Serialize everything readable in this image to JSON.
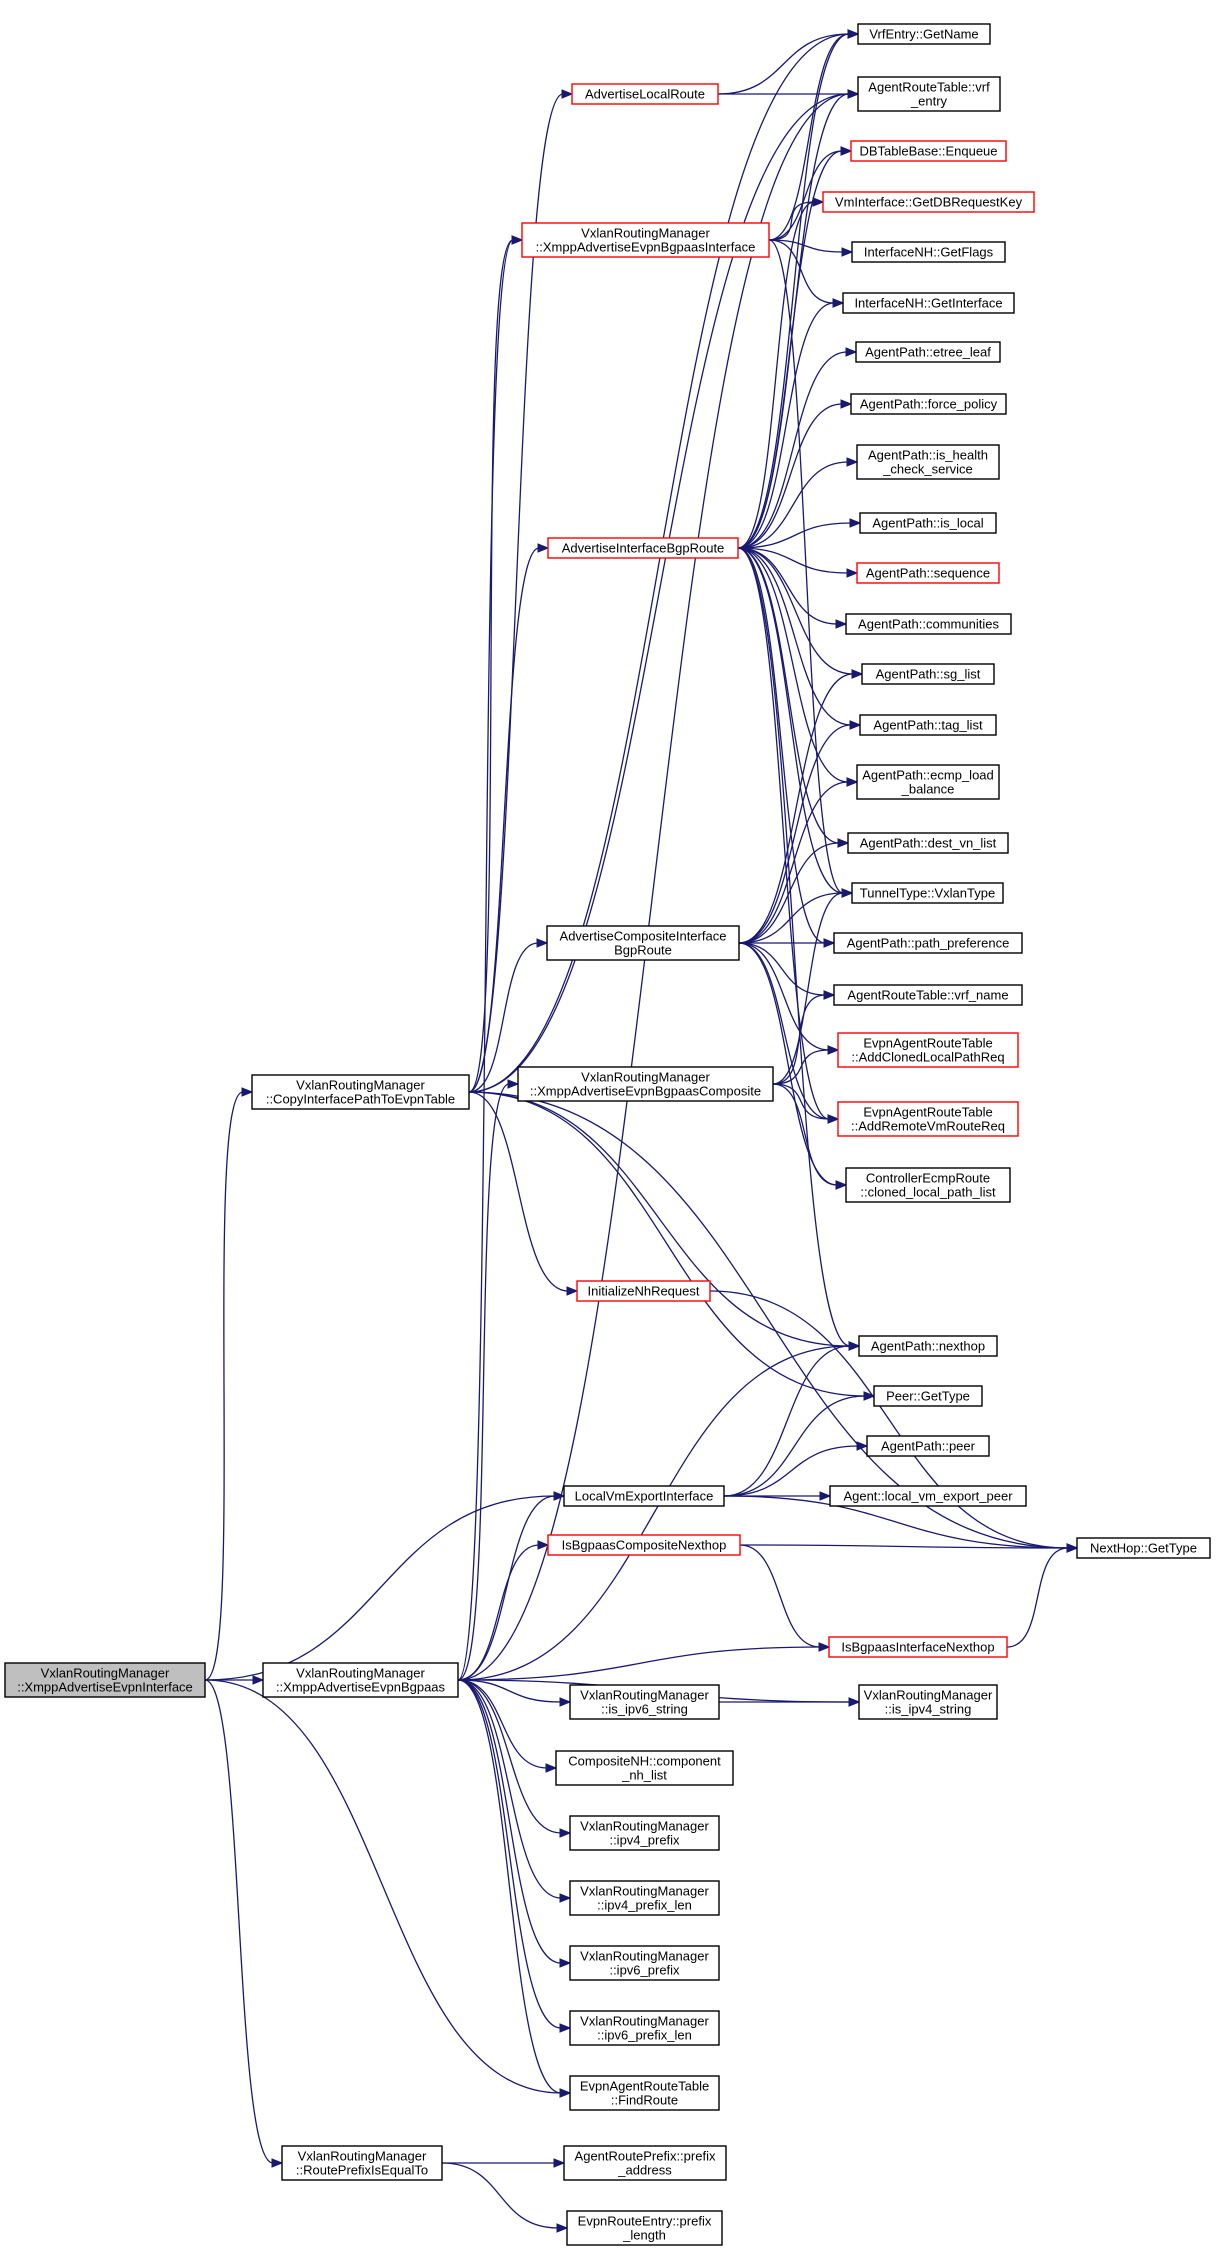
{
  "colors": {
    "edge": "#191970",
    "node_border": "#000000",
    "node_border_red": "#ff0000",
    "root_fill": "#bfbfbf",
    "background": "#ffffff"
  },
  "nodes": [
    {
      "id": "root",
      "lines": [
        "VxlanRoutingManager",
        "::XmppAdvertiseEvpnInterface"
      ],
      "style": "root"
    },
    {
      "id": "xadvbgpaas",
      "lines": [
        "VxlanRoutingManager",
        "::XmppAdvertiseEvpnBgpaas"
      ],
      "style": "plain"
    },
    {
      "id": "copyintf",
      "lines": [
        "VxlanRoutingManager",
        "::CopyInterfacePathToEvpnTable"
      ],
      "style": "plain"
    },
    {
      "id": "routeprefix",
      "lines": [
        "VxlanRoutingManager",
        "::RoutePrefixIsEqualTo"
      ],
      "style": "plain"
    },
    {
      "id": "advlocal",
      "lines": [
        "AdvertiseLocalRoute"
      ],
      "style": "red"
    },
    {
      "id": "xadvintf",
      "lines": [
        "VxlanRoutingManager",
        "::XmppAdvertiseEvpnBgpaasInterface"
      ],
      "style": "red"
    },
    {
      "id": "advintfbgp",
      "lines": [
        "AdvertiseInterfaceBgpRoute"
      ],
      "style": "red"
    },
    {
      "id": "advcomp",
      "lines": [
        "AdvertiseCompositeInterface",
        "BgpRoute"
      ],
      "style": "plain"
    },
    {
      "id": "xadvcomp",
      "lines": [
        "VxlanRoutingManager",
        "::XmppAdvertiseEvpnBgpaasComposite"
      ],
      "style": "plain"
    },
    {
      "id": "initnh",
      "lines": [
        "InitializeNhRequest"
      ],
      "style": "red"
    },
    {
      "id": "localvm",
      "lines": [
        "LocalVmExportInterface"
      ],
      "style": "plain"
    },
    {
      "id": "isbgpcomp",
      "lines": [
        "IsBgpaasCompositeNexthop"
      ],
      "style": "red"
    },
    {
      "id": "isipv6",
      "lines": [
        "VxlanRoutingManager",
        "::is_ipv6_string"
      ],
      "style": "plain"
    },
    {
      "id": "compnh",
      "lines": [
        "CompositeNH::component",
        "_nh_list"
      ],
      "style": "plain"
    },
    {
      "id": "ipv4pfx",
      "lines": [
        "VxlanRoutingManager",
        "::ipv4_prefix"
      ],
      "style": "plain"
    },
    {
      "id": "ipv4len",
      "lines": [
        "VxlanRoutingManager",
        "::ipv4_prefix_len"
      ],
      "style": "plain"
    },
    {
      "id": "ipv6pfx",
      "lines": [
        "VxlanRoutingManager",
        "::ipv6_prefix"
      ],
      "style": "plain"
    },
    {
      "id": "ipv6len",
      "lines": [
        "VxlanRoutingManager",
        "::ipv6_prefix_len"
      ],
      "style": "plain"
    },
    {
      "id": "findroute",
      "lines": [
        "EvpnAgentRouteTable",
        "::FindRoute"
      ],
      "style": "plain"
    },
    {
      "id": "pfxaddr",
      "lines": [
        "AgentRoutePrefix::prefix",
        "_address"
      ],
      "style": "plain"
    },
    {
      "id": "pfxlen",
      "lines": [
        "EvpnRouteEntry::prefix",
        "_length"
      ],
      "style": "plain"
    },
    {
      "id": "vrfname",
      "lines": [
        "VrfEntry::GetName"
      ],
      "style": "plain"
    },
    {
      "id": "artvrf",
      "lines": [
        "AgentRouteTable::vrf",
        "_entry"
      ],
      "style": "plain"
    },
    {
      "id": "enqueue",
      "lines": [
        "DBTableBase::Enqueue"
      ],
      "style": "red"
    },
    {
      "id": "dbreq",
      "lines": [
        "VmInterface::GetDBRequestKey"
      ],
      "style": "red"
    },
    {
      "id": "getflags",
      "lines": [
        "InterfaceNH::GetFlags"
      ],
      "style": "plain"
    },
    {
      "id": "getintf",
      "lines": [
        "InterfaceNH::GetInterface"
      ],
      "style": "plain"
    },
    {
      "id": "etree",
      "lines": [
        "AgentPath::etree_leaf"
      ],
      "style": "plain"
    },
    {
      "id": "force",
      "lines": [
        "AgentPath::force_policy"
      ],
      "style": "plain"
    },
    {
      "id": "health",
      "lines": [
        "AgentPath::is_health",
        "_check_service"
      ],
      "style": "plain"
    },
    {
      "id": "islocal",
      "lines": [
        "AgentPath::is_local"
      ],
      "style": "plain"
    },
    {
      "id": "sequence",
      "lines": [
        "AgentPath::sequence"
      ],
      "style": "red"
    },
    {
      "id": "communities",
      "lines": [
        "AgentPath::communities"
      ],
      "style": "plain"
    },
    {
      "id": "sglist",
      "lines": [
        "AgentPath::sg_list"
      ],
      "style": "plain"
    },
    {
      "id": "taglist",
      "lines": [
        "AgentPath::tag_list"
      ],
      "style": "plain"
    },
    {
      "id": "ecmp",
      "lines": [
        "AgentPath::ecmp_load",
        "_balance"
      ],
      "style": "plain"
    },
    {
      "id": "destvn",
      "lines": [
        "AgentPath::dest_vn_list"
      ],
      "style": "plain"
    },
    {
      "id": "vxlantype",
      "lines": [
        "TunnelType::VxlanType"
      ],
      "style": "plain"
    },
    {
      "id": "pathpref",
      "lines": [
        "AgentPath::path_preference"
      ],
      "style": "plain"
    },
    {
      "id": "artvrfname",
      "lines": [
        "AgentRouteTable::vrf_name"
      ],
      "style": "plain"
    },
    {
      "id": "addcloned",
      "lines": [
        "EvpnAgentRouteTable",
        "::AddClonedLocalPathReq"
      ],
      "style": "red"
    },
    {
      "id": "addremote",
      "lines": [
        "EvpnAgentRouteTable",
        "::AddRemoteVmRouteReq"
      ],
      "style": "red"
    },
    {
      "id": "clonedlist",
      "lines": [
        "ControllerEcmpRoute",
        "::cloned_local_path_list"
      ],
      "style": "plain"
    },
    {
      "id": "nexthop",
      "lines": [
        "AgentPath::nexthop"
      ],
      "style": "plain"
    },
    {
      "id": "peertype",
      "lines": [
        "Peer::GetType"
      ],
      "style": "plain"
    },
    {
      "id": "agentpeer",
      "lines": [
        "AgentPath::peer"
      ],
      "style": "plain"
    },
    {
      "id": "localvmpeer",
      "lines": [
        "Agent::local_vm_export_peer"
      ],
      "style": "plain"
    },
    {
      "id": "nhtype",
      "lines": [
        "NextHop::GetType"
      ],
      "style": "plain"
    },
    {
      "id": "isbgpintf",
      "lines": [
        "IsBgpaasInterfaceNexthop"
      ],
      "style": "red"
    },
    {
      "id": "isipv4",
      "lines": [
        "VxlanRoutingManager",
        "::is_ipv4_string"
      ],
      "style": "plain"
    }
  ],
  "edges": [
    [
      "root",
      "xadvbgpaas"
    ],
    [
      "root",
      "copyintf"
    ],
    [
      "root",
      "routeprefix"
    ],
    [
      "root",
      "localvm"
    ],
    [
      "root",
      "findroute"
    ],
    [
      "copyintf",
      "vrfname"
    ],
    [
      "copyintf",
      "advlocal"
    ],
    [
      "copyintf",
      "artvrf"
    ],
    [
      "copyintf",
      "xadvintf"
    ],
    [
      "copyintf",
      "advintfbgp"
    ],
    [
      "copyintf",
      "advcomp"
    ],
    [
      "copyintf",
      "initnh"
    ],
    [
      "copyintf",
      "nexthop"
    ],
    [
      "copyintf",
      "peertype"
    ],
    [
      "copyintf",
      "nhtype"
    ],
    [
      "advlocal",
      "vrfname"
    ],
    [
      "advlocal",
      "artvrf"
    ],
    [
      "xadvintf",
      "vrfname"
    ],
    [
      "xadvintf",
      "enqueue"
    ],
    [
      "xadvintf",
      "dbreq"
    ],
    [
      "xadvintf",
      "getflags"
    ],
    [
      "xadvintf",
      "getintf"
    ],
    [
      "xadvintf",
      "vxlantype"
    ],
    [
      "advintfbgp",
      "vrfname"
    ],
    [
      "advintfbgp",
      "artvrf"
    ],
    [
      "advintfbgp",
      "enqueue"
    ],
    [
      "advintfbgp",
      "dbreq"
    ],
    [
      "advintfbgp",
      "getintf"
    ],
    [
      "advintfbgp",
      "etree"
    ],
    [
      "advintfbgp",
      "force"
    ],
    [
      "advintfbgp",
      "health"
    ],
    [
      "advintfbgp",
      "islocal"
    ],
    [
      "advintfbgp",
      "sequence"
    ],
    [
      "advintfbgp",
      "communities"
    ],
    [
      "advintfbgp",
      "sglist"
    ],
    [
      "advintfbgp",
      "taglist"
    ],
    [
      "advintfbgp",
      "ecmp"
    ],
    [
      "advintfbgp",
      "destvn"
    ],
    [
      "advintfbgp",
      "vxlantype"
    ],
    [
      "advintfbgp",
      "pathpref"
    ],
    [
      "advintfbgp",
      "addremote"
    ],
    [
      "advintfbgp",
      "nexthop"
    ],
    [
      "advcomp",
      "sglist"
    ],
    [
      "advcomp",
      "taglist"
    ],
    [
      "advcomp",
      "ecmp"
    ],
    [
      "advcomp",
      "destvn"
    ],
    [
      "advcomp",
      "vxlantype"
    ],
    [
      "advcomp",
      "pathpref"
    ],
    [
      "advcomp",
      "artvrfname"
    ],
    [
      "advcomp",
      "addcloned"
    ],
    [
      "advcomp",
      "addremote"
    ],
    [
      "advcomp",
      "clonedlist"
    ],
    [
      "xadvcomp",
      "vxlantype"
    ],
    [
      "xadvcomp",
      "artvrfname"
    ],
    [
      "xadvcomp",
      "addcloned"
    ],
    [
      "xadvcomp",
      "addremote"
    ],
    [
      "xadvcomp",
      "clonedlist"
    ],
    [
      "initnh",
      "nhtype"
    ],
    [
      "localvm",
      "nexthop"
    ],
    [
      "localvm",
      "peertype"
    ],
    [
      "localvm",
      "agentpeer"
    ],
    [
      "localvm",
      "localvmpeer"
    ],
    [
      "localvm",
      "nhtype"
    ],
    [
      "isbgpcomp",
      "nhtype"
    ],
    [
      "isbgpcomp",
      "isbgpintf"
    ],
    [
      "isbgpintf",
      "nhtype"
    ],
    [
      "isipv6",
      "isipv4"
    ],
    [
      "xadvbgpaas",
      "artvrf"
    ],
    [
      "xadvbgpaas",
      "xadvintf"
    ],
    [
      "xadvbgpaas",
      "xadvcomp"
    ],
    [
      "xadvbgpaas",
      "nexthop"
    ],
    [
      "xadvbgpaas",
      "localvm"
    ],
    [
      "xadvbgpaas",
      "isbgpcomp"
    ],
    [
      "xadvbgpaas",
      "isbgpintf"
    ],
    [
      "xadvbgpaas",
      "isipv4"
    ],
    [
      "xadvbgpaas",
      "isipv6"
    ],
    [
      "xadvbgpaas",
      "compnh"
    ],
    [
      "xadvbgpaas",
      "ipv4pfx"
    ],
    [
      "xadvbgpaas",
      "ipv4len"
    ],
    [
      "xadvbgpaas",
      "ipv6pfx"
    ],
    [
      "xadvbgpaas",
      "ipv6len"
    ],
    [
      "xadvbgpaas",
      "findroute"
    ],
    [
      "routeprefix",
      "pfxaddr"
    ],
    [
      "routeprefix",
      "pfxlen"
    ]
  ]
}
